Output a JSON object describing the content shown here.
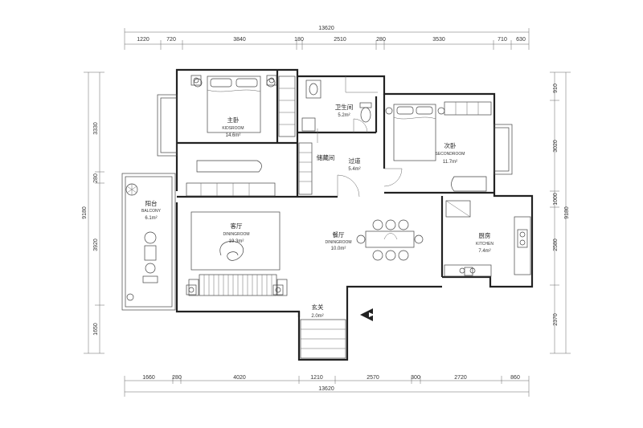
{
  "dimensions": {
    "top_total": "13620",
    "top_segments": [
      "1220",
      "720",
      "3840",
      "180",
      "2510",
      "280",
      "3530",
      "710",
      "630"
    ],
    "bottom_segments": [
      "1660",
      "280",
      "4020",
      "1210",
      "2570",
      "300",
      "2720",
      "860"
    ],
    "bottom_total": "13620",
    "left_total": "9180",
    "left_segments": [
      "3330",
      "280",
      "3920",
      "1650"
    ],
    "right_total": "9180",
    "right_segments": [
      "910",
      "3020",
      "1000",
      "2580",
      "2370"
    ]
  },
  "rooms": {
    "master_bedroom": {
      "name": "主卧",
      "sub": "KIDSROOM",
      "area": "14.6m²"
    },
    "bathroom": {
      "name": "卫生间",
      "area": "5.2m²"
    },
    "storage": {
      "name": "储藏间"
    },
    "corridor": {
      "name": "过道",
      "area": "5.4m²"
    },
    "second_bedroom": {
      "name": "次卧",
      "sub": "SECONDROOM",
      "area": "11.7m²"
    },
    "balcony": {
      "name": "阳台",
      "sub": "BALCONY",
      "area": "6.1m²"
    },
    "living_room": {
      "name": "客厅",
      "sub": "DININGROOM",
      "area": "19.3m²"
    },
    "dining_room": {
      "name": "餐厅",
      "sub": "DININGROOM",
      "area": "10.0m²"
    },
    "kitchen": {
      "name": "厨房",
      "sub": "KITCHEN",
      "area": "7.4m²"
    },
    "entrance": {
      "name": "玄关",
      "area": "2.0m²"
    }
  },
  "icons": [
    "entrance-arrow-icon",
    "dining-table-icon",
    "bed-icon",
    "sofa-icon",
    "toilet-icon",
    "sink-icon",
    "stove-icon",
    "plant-icon",
    "exercise-bike-icon"
  ]
}
